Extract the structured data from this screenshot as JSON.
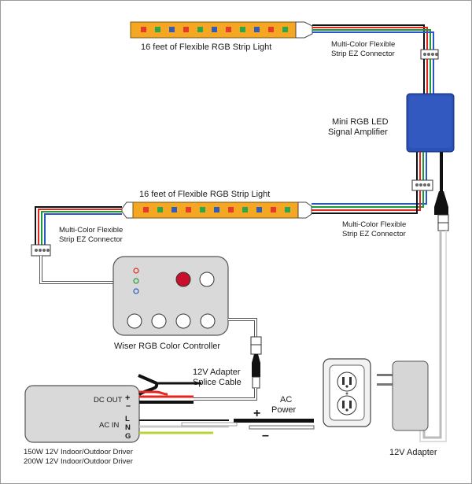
{
  "labels": {
    "strip_top": "16 feet of Flexible RGB Strip Light",
    "strip_mid": "16 feet of Flexible RGB Strip Light",
    "connector_top_1": "Multi-Color Flexible",
    "connector_top_2": "Strip EZ Connector",
    "amplifier_1": "Mini RGB LED",
    "amplifier_2": "Signal Amplifier",
    "connector_right_1": "Multi-Color Flexible",
    "connector_right_2": "Strip EZ Connector",
    "connector_left_1": "Multi-Color Flexible",
    "connector_left_2": "Strip EZ Connector",
    "controller": "Wiser RGB Color Controller",
    "splice_1": "12V Adapter",
    "splice_2": "Splice Cable",
    "ac_power_1": "AC",
    "ac_power_2": "Power",
    "plus": "+",
    "minus": "–",
    "driver_dc_out": "DC OUT",
    "driver_dc_plus": "+",
    "driver_dc_minus": "–",
    "driver_ac_in": "AC IN",
    "driver_l": "L",
    "driver_n": "N",
    "driver_g": "G",
    "driver_model_1": "150W 12V Indoor/Outdoor Driver",
    "driver_model_2": "200W 12V Indoor/Outdoor Driver",
    "adapter": "12V Adapter"
  },
  "colors": {
    "strip": "#f5a623",
    "led_red": "#e53b2c",
    "led_green": "#2ea64a",
    "led_blue": "#2f5fb8",
    "amplifier": "#2b50b6",
    "wire_red": "#e0261f",
    "wire_green": "#1f9a3a",
    "wire_blue": "#2a56c8",
    "wire_black": "#111111",
    "controller_body": "#d9d9d9",
    "driver_body": "#d9d9d9",
    "adapter_body": "#d6d6d6",
    "ground_wire": "#b9d43a"
  }
}
